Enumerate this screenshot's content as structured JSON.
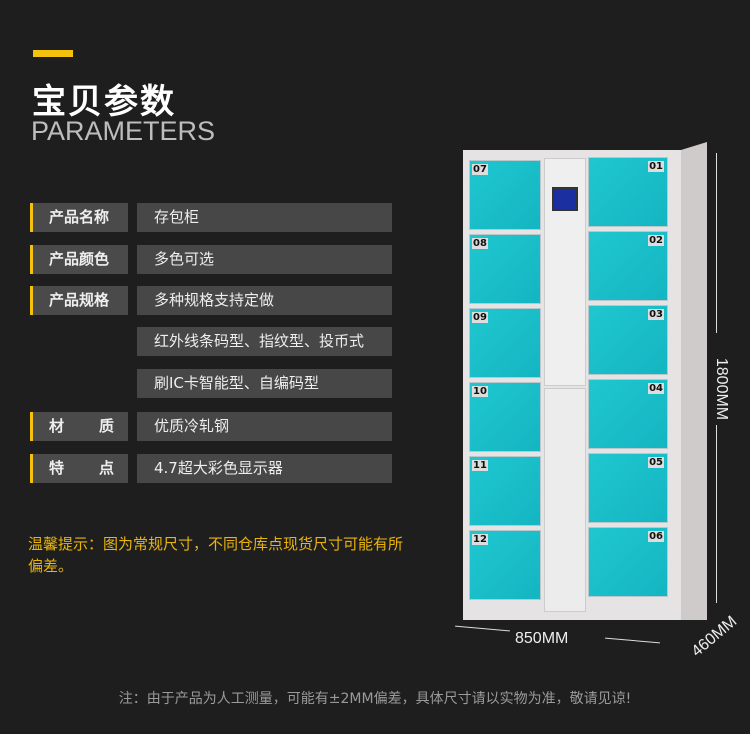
{
  "header": {
    "title": "宝贝参数",
    "subtitle": "PARAMETERS"
  },
  "params": [
    {
      "label": "产品名称",
      "value": "存包柜"
    },
    {
      "label": "产品颜色",
      "value": "多色可选"
    },
    {
      "label": "产品规格",
      "value": "多种规格支持定做"
    },
    {
      "label": "",
      "value": "红外线条码型、指纹型、投币式"
    },
    {
      "label": "",
      "value": "刷IC卡智能型、自编码型"
    },
    {
      "label_a": "材",
      "label_b": "质",
      "value": "优质冷轧钢"
    },
    {
      "label_a": "特",
      "label_b": "点",
      "value": "4.7超大彩色显示器"
    }
  ],
  "tip": "温馨提示：图为常规尺寸，不同仓库点现货尺寸可能有所偏差。",
  "note": "注：由于产品为人工测量，可能有±2MM偏差，具体尺寸请以实物为准，敬请见谅!",
  "locker": {
    "left": [
      "07",
      "08",
      "09",
      "10",
      "11",
      "12"
    ],
    "right": [
      "01",
      "02",
      "03",
      "04",
      "05",
      "06"
    ]
  },
  "dimensions": {
    "height": "1800MM",
    "width": "850MM",
    "depth": "460MM"
  },
  "colors": {
    "accent": "#f4c20d",
    "door": "#1fc7cf"
  }
}
